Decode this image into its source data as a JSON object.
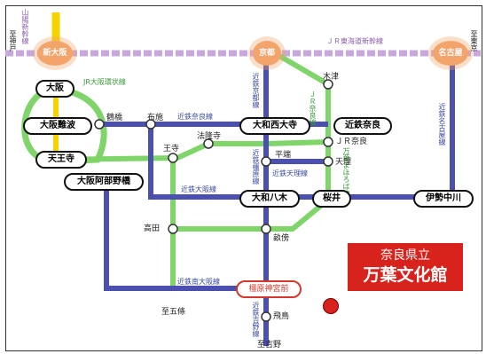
{
  "lines": {
    "jr_tokaido_shinkansen": "ＪＲ東海道新幹線",
    "jr_osaka_loop": "JR大阪環状線",
    "kintetsu_nara": "近鉄奈良線",
    "kintetsu_kyoto": "近鉄京都線",
    "jr_nara": "ＪＲ奈良線",
    "kintetsu_tenri": "近鉄天理線",
    "kintetsu_kashihara": "近鉄橿原線",
    "kintetsu_osaka": "近鉄大阪線",
    "kintetsu_nagoya": "近鉄名古屋線",
    "jr_manyo_mahoroba": "万葉まほろば線",
    "kintetsu_minami_osaka": "近鉄南大阪線",
    "kintetsu_yoshino": "近鉄吉野線",
    "sanyo_shinkansen": "山陽新幹線"
  },
  "hubs": {
    "shin_osaka": "新大阪",
    "kyoto": "京都",
    "nagoya": "名古屋"
  },
  "major_stations": {
    "osaka": "大阪",
    "osaka_namba": "大阪難波",
    "tennoji": "天王寺",
    "osaka_abenobashi": "大阪阿部野橋",
    "yamato_saidaiji": "大和西大寺",
    "kintetsu_nara": "近鉄奈良",
    "yamato_yagi": "大和八木",
    "sakurai": "桜井",
    "ise_nakagawa": "伊勢中川",
    "kashihara_jingu_mae": "橿原神宮前"
  },
  "minor_stations": {
    "tsuruhashi": "鶴橋",
    "fuse": "布施",
    "oji": "王寺",
    "horyuji": "法隆寺",
    "kizu": "木津",
    "jr_nara": "ＪＲ奈良",
    "hirahata": "平端",
    "tenri": "天理",
    "takada": "高田",
    "unebi": "畝傍",
    "asuka": "飛鳥"
  },
  "directions": {
    "to_kobe": "至神戸",
    "to_tokyo": "至東京",
    "to_goshi": "至五條",
    "to_yoshino": "至吉野"
  },
  "museum": {
    "line1": "奈良県立",
    "line2": "万葉文化館"
  },
  "colors": {
    "shinkansen": "#c8a8dc",
    "jr_green": "#7fd46a",
    "kintetsu_blue": "#4a4fb0",
    "loop_yellow": "#f5d200",
    "hub_orange": "#f2a46b",
    "museum_red": "#d8231d"
  }
}
